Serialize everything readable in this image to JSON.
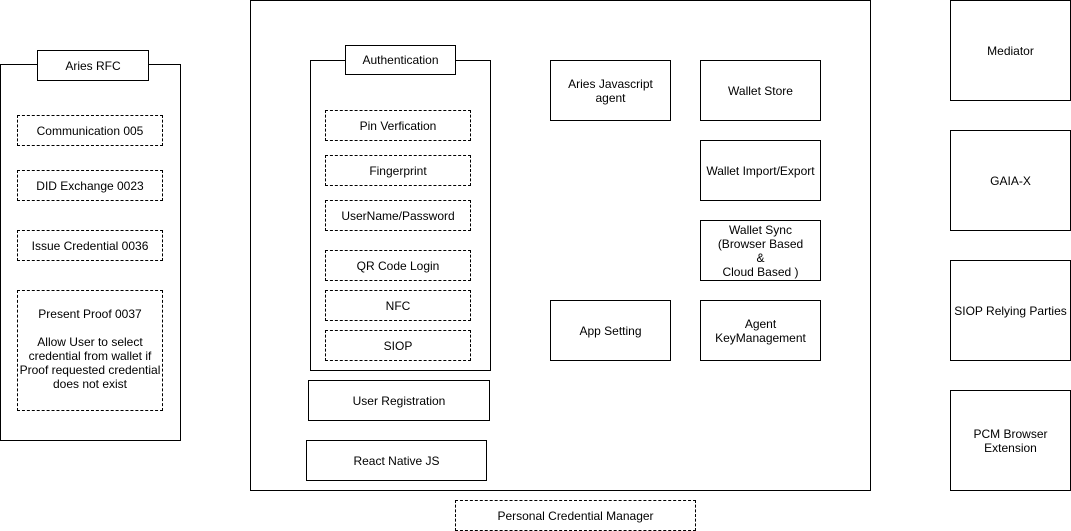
{
  "aries_rfc": {
    "title": "Aries RFC",
    "items": [
      "Communication 005",
      "DID Exchange 0023",
      "Issue Credential 0036"
    ],
    "present_proof": {
      "title": "Present Proof 0037",
      "note": "Allow User to select\ncredential from wallet if\nProof requested credential\ndoes not exist"
    }
  },
  "authentication": {
    "title": "Authentication",
    "methods": [
      "Pin Verfication",
      "Fingerprint",
      "UserName/Password",
      "QR Code Login",
      "NFC",
      "SIOP"
    ]
  },
  "pcm": {
    "label": "Personal Credential Manager",
    "user_registration": "User Registration",
    "react_native": "React Native JS",
    "aries_js_agent": "Aries Javascript\nagent",
    "app_setting": "App Setting",
    "wallet_store": "Wallet Store",
    "wallet_import_export": "Wallet Import/Export",
    "wallet_sync": "Wallet Sync\n(Browser Based\n&\nCloud Based )",
    "agent_key_management": "Agent\nKeyManagement"
  },
  "external": [
    "Mediator",
    "GAIA-X",
    "SIOP Relying Parties",
    "PCM Browser\nExtension"
  ]
}
